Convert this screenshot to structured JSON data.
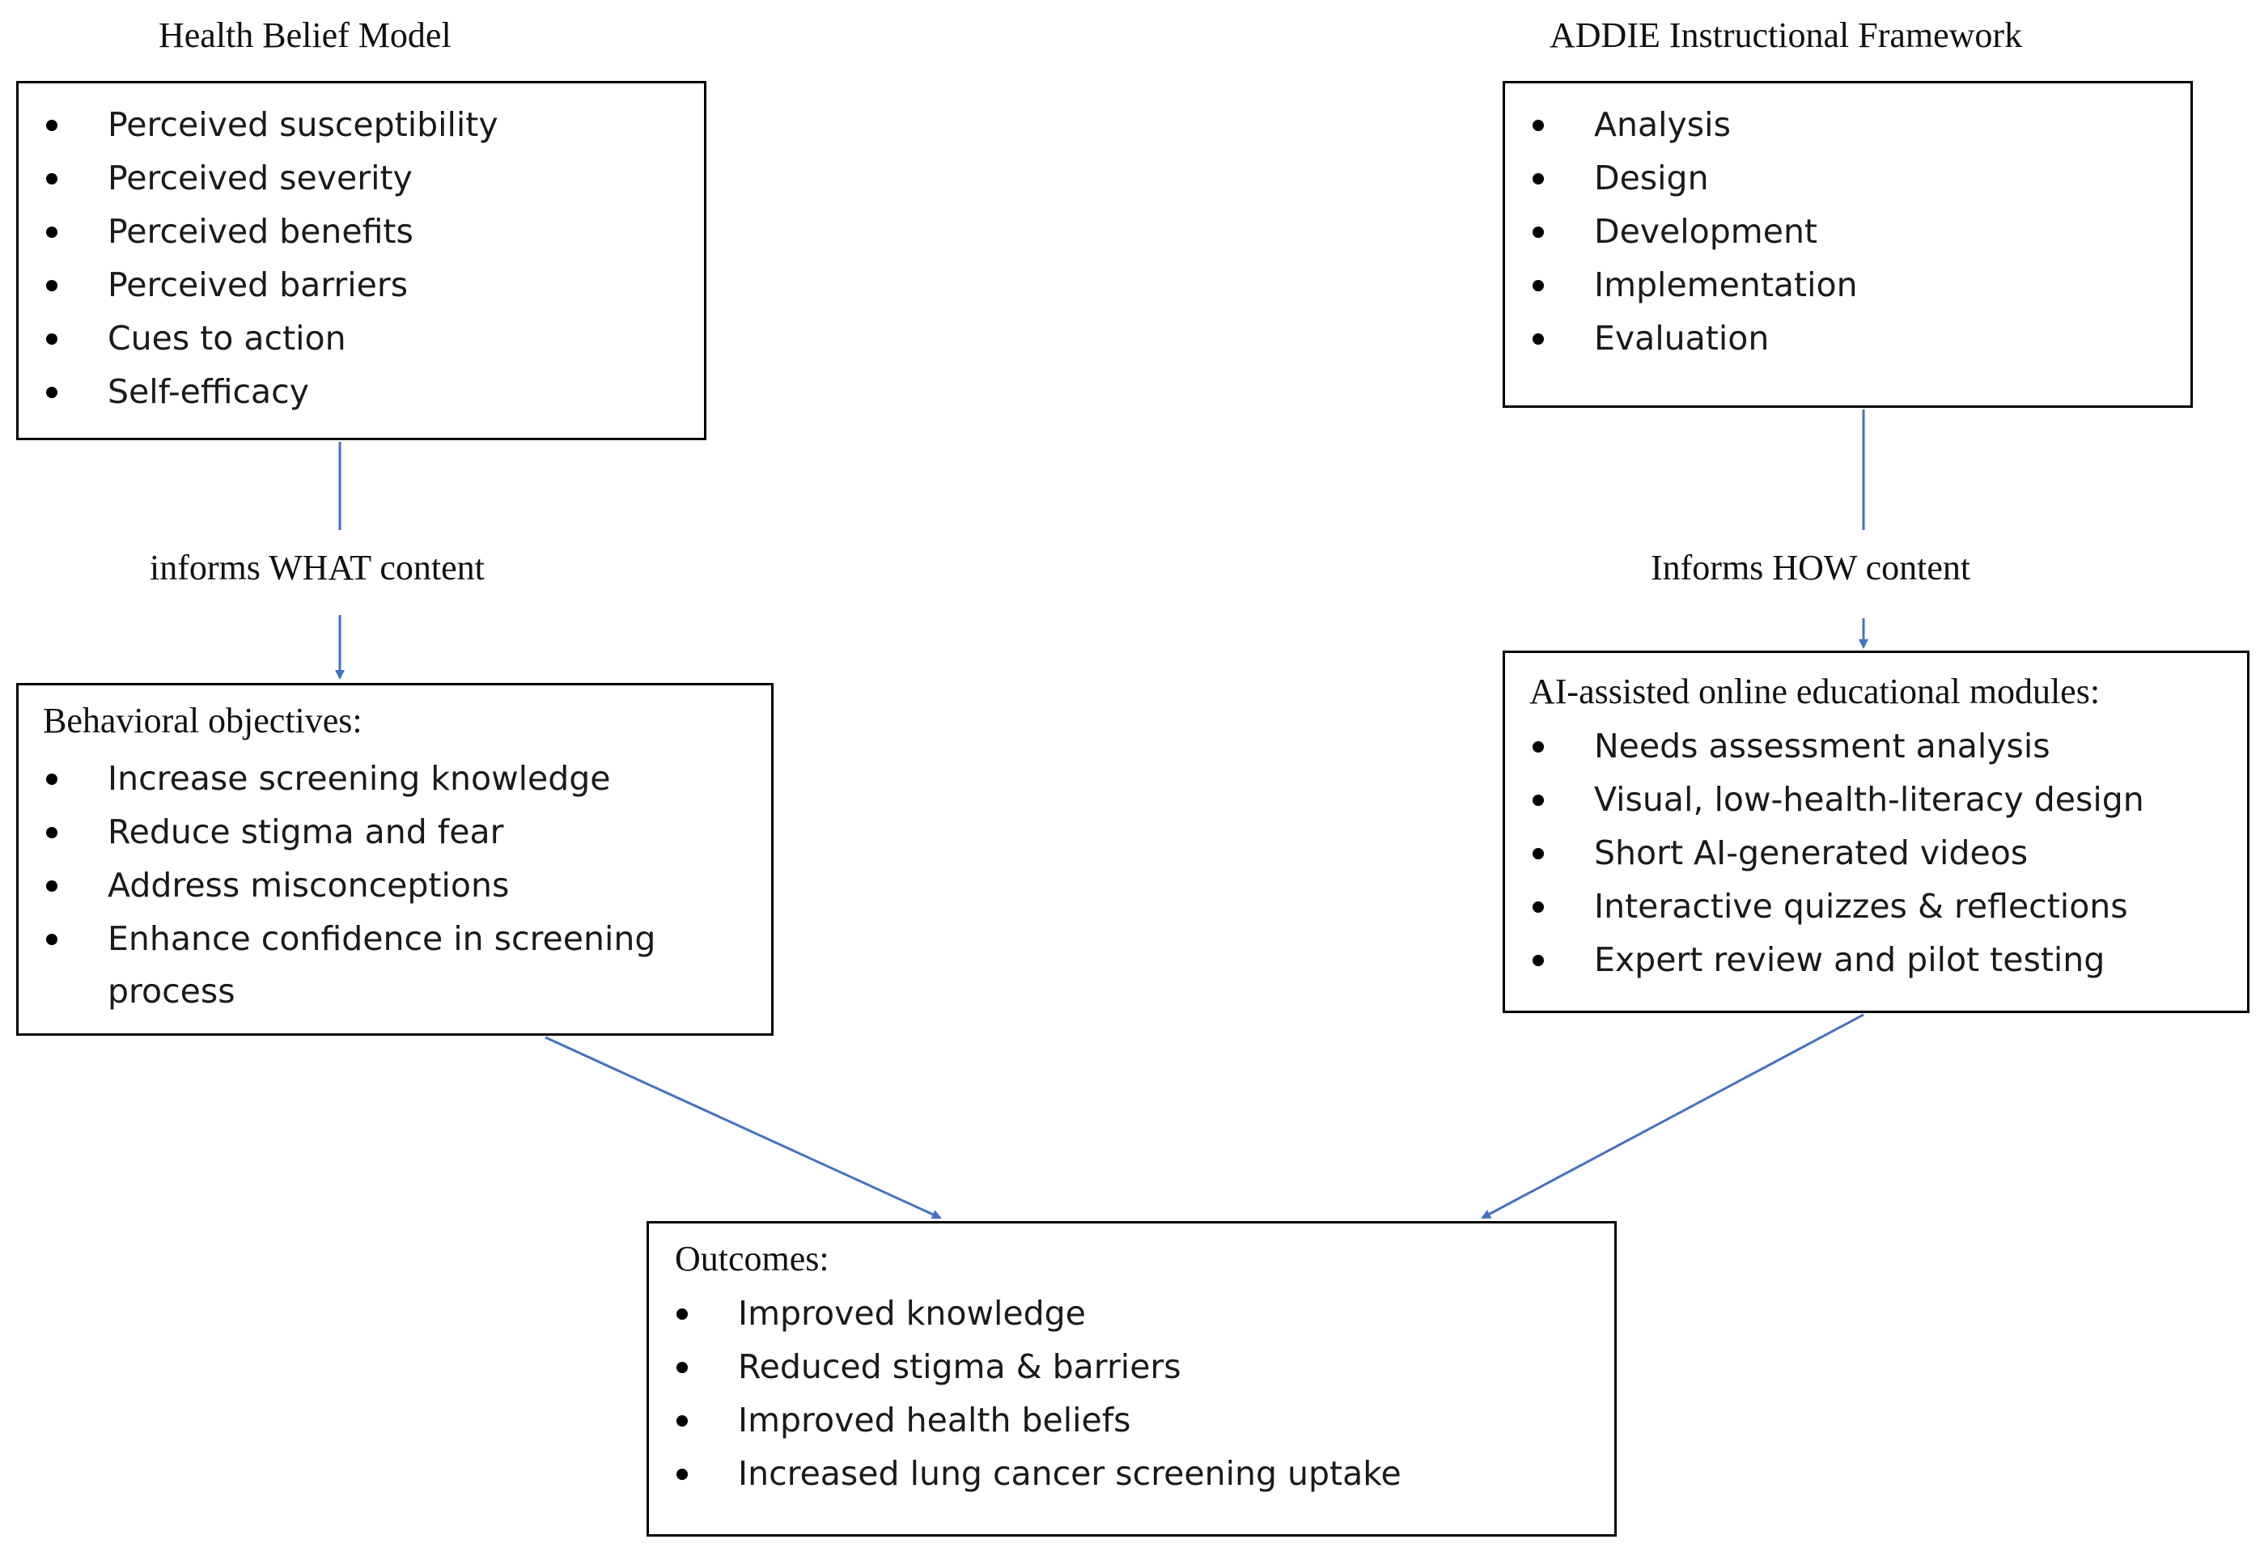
{
  "hbm": {
    "heading": "Health Belief Model",
    "items": [
      "Perceived susceptibility",
      "Perceived severity",
      "Perceived benefits",
      "Perceived barriers",
      "Cues to action",
      "Self-efficacy"
    ]
  },
  "addie": {
    "heading": "ADDIE Instructional Framework",
    "items": [
      "Analysis",
      "Design",
      "Development",
      "Implementation",
      "Evaluation"
    ]
  },
  "connectors": {
    "left_label": "informs WHAT content",
    "right_label": "Informs HOW content"
  },
  "objectives": {
    "title": "Behavioral objectives:",
    "items": [
      "Increase screening knowledge",
      "Reduce stigma and fear",
      "Address misconceptions",
      "Enhance confidence in screening process"
    ],
    "item_line1": "Enhance confidence in screening",
    "item_line2": "process"
  },
  "modules": {
    "title": "AI-assisted online educational modules:",
    "items": [
      "Needs assessment analysis",
      "Visual, low-health-literacy design",
      "Short AI-generated videos",
      "Interactive quizzes & reflections",
      "Expert review and pilot testing"
    ]
  },
  "outcomes": {
    "title": "Outcomes:",
    "items": [
      "Improved knowledge",
      "Reduced stigma & barriers",
      "Improved health beliefs",
      "Increased lung cancer screening uptake"
    ]
  },
  "colors": {
    "arrow": "#4472c4",
    "border": "#000000"
  }
}
